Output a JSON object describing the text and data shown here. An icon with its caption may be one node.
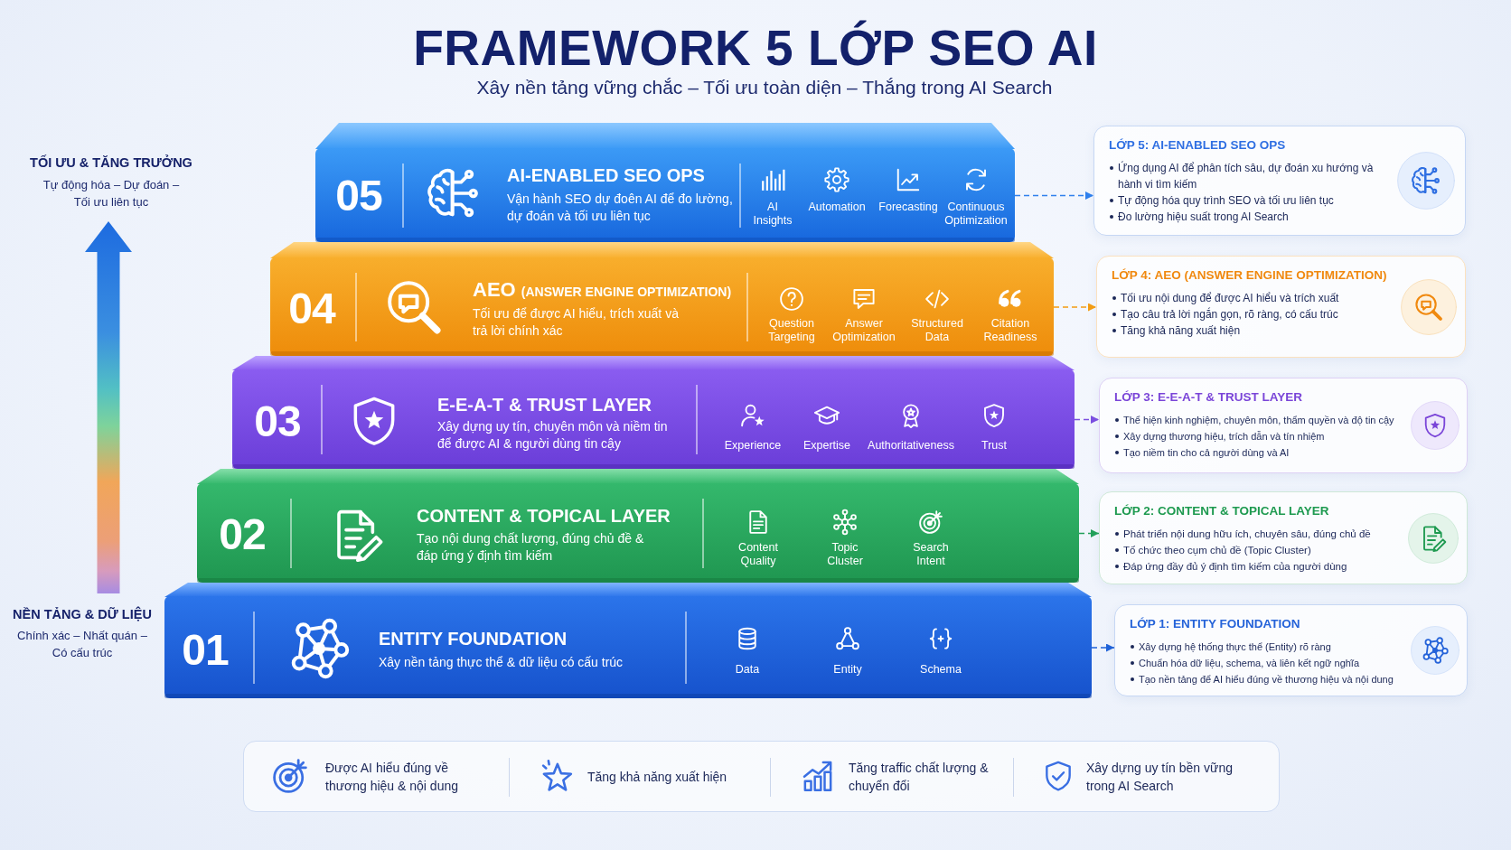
{
  "diagram": {
    "title": "FRAMEWORK 5 LỚP SEO AI",
    "nodes": [
      {
        "text": [
          "05",
          "AI-ENABLED SEO OPS",
          "Vận hành SEO dự đoên AI để đo lường, dự đoán và tối ưu liên tục",
          "AI Insights",
          "Automation",
          "Forecasting",
          "Continuous Optimization"
        ]
      },
      {
        "text": [
          "04",
          "AEO (ANSWER ENGINE OPTIMIZATION)",
          "Tối ưu để được AI hiểu, trích xuất và trả lời chính xác",
          "Question Targeting",
          "Answer Optimization",
          "Structured Data",
          "Citation Readiness"
        ]
      },
      {
        "text": [
          "03",
          "E-E-A-T & TRUST LAYER",
          "Xây dựng uy tín, chuyên môn và niềm tin để được AI & người dùng tin cậy",
          "Experience",
          "Expertise",
          "Authoritativeness",
          "Trust"
        ]
      },
      {
        "text": [
          "02",
          "CONTENT & TOPICAL LAYER",
          "Tạo nội dung chất lượng, đúng chủ đề & đáp ứng ý định tìm kiếm",
          "Content Quality",
          "Topic Cluster",
          "Search Intent"
        ]
      },
      {
        "text": [
          "01",
          "ENTITY FOUNDATION",
          "Xây nền tảng thực thể & dữ liệu có cấu trúc",
          "Data",
          "Entity",
          "Schema"
        ]
      },
      {
        "text": [
          "LỚP 5: AI-ENABLED SEO OPS",
          "Ứng dụng AI để phân tích sâu, dự đoán xu hướng và hành vi tìm kiếm",
          "Tự động hóa quy trình SEO và tối ưu liên tục",
          "Đo lường hiệu suất trong AI Search"
        ]
      },
      {
        "text": [
          "LỚP 4: AEO (ANSWER ENGINE OPTIMIZATION)",
          "Tối ưu nội dung để được AI hiểu và trích xuất",
          "Tạo câu trả lời ngắn gọn, rõ ràng, có cấu trúc",
          "Tăng khả năng xuất hiện"
        ]
      },
      {
        "text": [
          "LỚP 3: E-E-A-T & TRUST LAYER",
          "Thể hiện kinh nghiệm, chuyên môn, thẩm quyền và độ tin cậy",
          "Xây dựng thương hiệu, trích dẫn và tín nhiệm",
          "Tạo niềm tin cho cả người dùng và AI"
        ]
      },
      {
        "text": [
          "LỚP 2: CONTENT & TOPICAL LAYER",
          "Phát triển nội dung hữu ích, chuyên sâu, đúng chủ đề",
          "Tố chức theo cụm chủ đề (Topic Cluster)",
          "Đáp ứng đầy đủ ý định tìm kiếm của người dùng"
        ]
      },
      {
        "text": [
          "LỚP 1: ENTITY FOUNDATION",
          "Xây dựng hệ thống thực thể (Entity) rõ ràng",
          "Chuẩn hóa dữ liệu, schema, và liên kết ngữ nghĩa",
          "Tạo nền tảng để AI hiểu đúng về thương hiệu và nội dung"
        ]
      },
      {
        "text": [
          "Được AI hiểu đúng về thương hiệu & nội dung",
          "Tăng khả năng xuất hiện",
          "Tăng traffic chất lượng & chuyển đổi",
          "Xây dựng uy tín bền vững trong AI Search"
        ]
      }
    ],
    "edges": [
      {
        "from": 0,
        "to": 5,
        "arrow": "to",
        "style": "dashed",
        "color": "#2f80ed"
      },
      {
        "from": 1,
        "to": 6,
        "arrow": "to",
        "style": "dashed",
        "color": "#f39c12"
      },
      {
        "from": 2,
        "to": 7,
        "arrow": "to",
        "style": "dashed",
        "color": "#7b4fe0"
      },
      {
        "from": 3,
        "to": 8,
        "arrow": "to",
        "style": "dashed",
        "color": "#22a05a"
      },
      {
        "from": 4,
        "to": 9,
        "arrow": "to",
        "style": "dashed",
        "color": "#1f62d8"
      }
    ],
    "labels": [
      "Xây nền tảng vững chắc – Tối ưu toàn diện – Thắng trong AI Search",
      "TỐI ƯU & TĂNG TRƯỞNG",
      "Tự động hóa – Dự đoán – Tối ưu liên tục",
      "NỀN TẢNG & DỮ LIỆU",
      "Chính xác – Nhất quán – Có cấu trúc"
    ]
  }
}
